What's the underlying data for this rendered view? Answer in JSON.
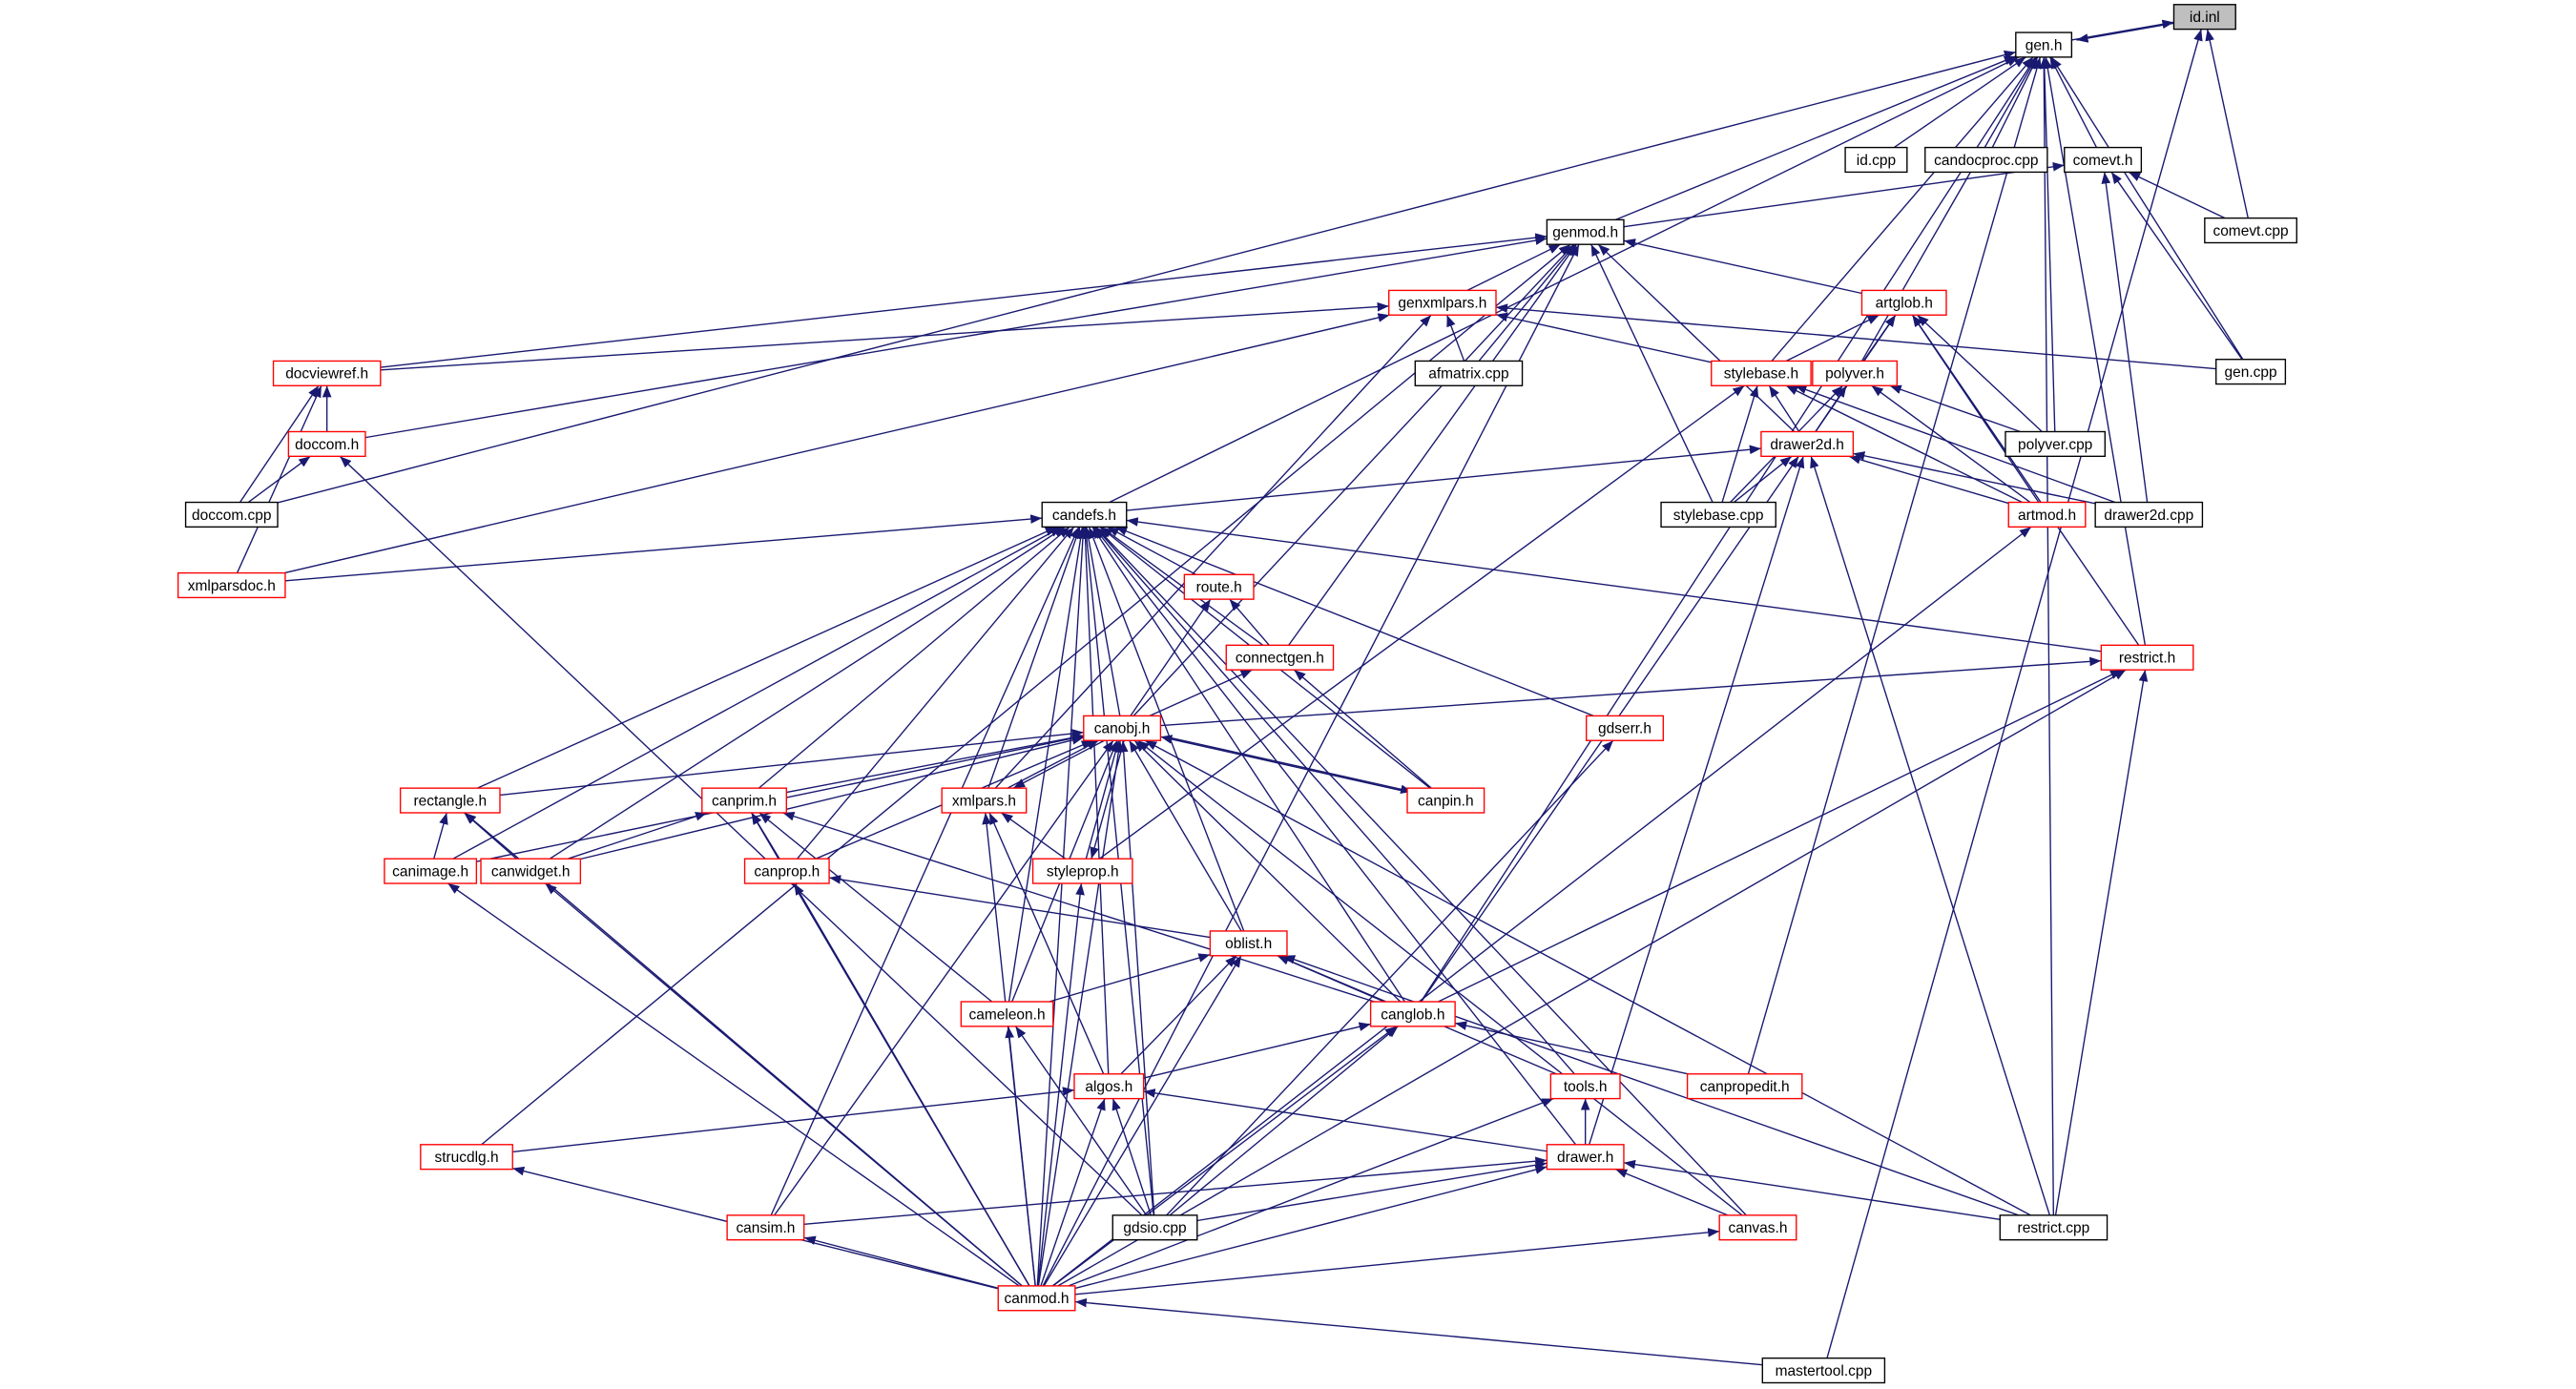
{
  "title": "Include dependency graph for id.inl",
  "colors": {
    "edge": "#191970",
    "red_border": "#ff0000",
    "root_fill": "#bfbfbf"
  },
  "nodes": [
    {
      "id": "id_inl",
      "label": "id.inl",
      "style": "root"
    },
    {
      "id": "gen_h",
      "label": "gen.h",
      "style": "black"
    },
    {
      "id": "id_cpp",
      "label": "id.cpp",
      "style": "black"
    },
    {
      "id": "candocproc_cpp",
      "label": "candocproc.cpp",
      "style": "black"
    },
    {
      "id": "comevt_h",
      "label": "comevt.h",
      "style": "black"
    },
    {
      "id": "comevt_cpp",
      "label": "comevt.cpp",
      "style": "black"
    },
    {
      "id": "genmod_h",
      "label": "genmod.h",
      "style": "black"
    },
    {
      "id": "artglob_h",
      "label": "artglob.h",
      "style": "red"
    },
    {
      "id": "genxmlpars_h",
      "label": "genxmlpars.h",
      "style": "red"
    },
    {
      "id": "gen_cpp",
      "label": "gen.cpp",
      "style": "black"
    },
    {
      "id": "docviewref_h",
      "label": "docviewref.h",
      "style": "red"
    },
    {
      "id": "afmatrix_cpp",
      "label": "afmatrix.cpp",
      "style": "black"
    },
    {
      "id": "stylebase_h",
      "label": "stylebase.h",
      "style": "red"
    },
    {
      "id": "polyver_h",
      "label": "polyver.h",
      "style": "red"
    },
    {
      "id": "polyver_cpp",
      "label": "polyver.cpp",
      "style": "black"
    },
    {
      "id": "drawer2d_h",
      "label": "drawer2d.h",
      "style": "red"
    },
    {
      "id": "doccom_h",
      "label": "doccom.h",
      "style": "red"
    },
    {
      "id": "doccom_cpp",
      "label": "doccom.cpp",
      "style": "black"
    },
    {
      "id": "stylebase_cpp",
      "label": "stylebase.cpp",
      "style": "black"
    },
    {
      "id": "artmod_h",
      "label": "artmod.h",
      "style": "red"
    },
    {
      "id": "drawer2d_cpp",
      "label": "drawer2d.cpp",
      "style": "black"
    },
    {
      "id": "candefs_h",
      "label": "candefs.h",
      "style": "black"
    },
    {
      "id": "route_h",
      "label": "route.h",
      "style": "red"
    },
    {
      "id": "xmlparsdoc_h",
      "label": "xmlparsdoc.h",
      "style": "red"
    },
    {
      "id": "connectgen_h",
      "label": "connectgen.h",
      "style": "red"
    },
    {
      "id": "restrict_h",
      "label": "restrict.h",
      "style": "red"
    },
    {
      "id": "canobj_h",
      "label": "canobj.h",
      "style": "red"
    },
    {
      "id": "gdserr_h",
      "label": "gdserr.h",
      "style": "red"
    },
    {
      "id": "rectangle_h",
      "label": "rectangle.h",
      "style": "red"
    },
    {
      "id": "canprim_h",
      "label": "canprim.h",
      "style": "red"
    },
    {
      "id": "xmlpars_h",
      "label": "xmlpars.h",
      "style": "red"
    },
    {
      "id": "canpin_h",
      "label": "canpin.h",
      "style": "red"
    },
    {
      "id": "canimage_h",
      "label": "canimage.h",
      "style": "red"
    },
    {
      "id": "canwidget_h",
      "label": "canwidget.h",
      "style": "red"
    },
    {
      "id": "canprop_h",
      "label": "canprop.h",
      "style": "red"
    },
    {
      "id": "styleprop_h",
      "label": "styleprop.h",
      "style": "red"
    },
    {
      "id": "oblist_h",
      "label": "oblist.h",
      "style": "red"
    },
    {
      "id": "cameleon_h",
      "label": "cameleon.h",
      "style": "red"
    },
    {
      "id": "canglob_h",
      "label": "canglob.h",
      "style": "red"
    },
    {
      "id": "canpropedit_h",
      "label": "canpropedit.h",
      "style": "red"
    },
    {
      "id": "algos_h",
      "label": "algos.h",
      "style": "red"
    },
    {
      "id": "tools_h",
      "label": "tools.h",
      "style": "red"
    },
    {
      "id": "strucdlg_h",
      "label": "strucdlg.h",
      "style": "red"
    },
    {
      "id": "drawer_h",
      "label": "drawer.h",
      "style": "red"
    },
    {
      "id": "cansim_h",
      "label": "cansim.h",
      "style": "red"
    },
    {
      "id": "gdsio_cpp",
      "label": "gdsio.cpp",
      "style": "black"
    },
    {
      "id": "canvas_h",
      "label": "canvas.h",
      "style": "red"
    },
    {
      "id": "restrict_cpp",
      "label": "restrict.cpp",
      "style": "black"
    },
    {
      "id": "canmod_h",
      "label": "canmod.h",
      "style": "red"
    },
    {
      "id": "mastertool_cpp",
      "label": "mastertool.cpp",
      "style": "black"
    }
  ],
  "edges": [
    [
      "gen_h",
      "id_inl"
    ],
    [
      "id_inl",
      "gen_h"
    ],
    [
      "comevt_cpp",
      "id_inl"
    ],
    [
      "mastertool_cpp",
      "id_inl"
    ],
    [
      "id_cpp",
      "gen_h"
    ],
    [
      "candocproc_cpp",
      "gen_h"
    ],
    [
      "comevt_h",
      "gen_h"
    ],
    [
      "genmod_h",
      "gen_h"
    ],
    [
      "gen_cpp",
      "gen_h"
    ],
    [
      "stylebase_h",
      "gen_h"
    ],
    [
      "polyver_h",
      "gen_h"
    ],
    [
      "polyver_cpp",
      "gen_h"
    ],
    [
      "doccom_cpp",
      "gen_h"
    ],
    [
      "candefs_h",
      "gen_h"
    ],
    [
      "restrict_h",
      "gen_h"
    ],
    [
      "canpropedit_h",
      "gen_h"
    ],
    [
      "restrict_cpp",
      "gen_h"
    ],
    [
      "canglob_h",
      "gen_h"
    ],
    [
      "genmod_h",
      "comevt_h"
    ],
    [
      "comevt_cpp",
      "comevt_h"
    ],
    [
      "gen_cpp",
      "comevt_h"
    ],
    [
      "drawer2d_cpp",
      "comevt_h"
    ],
    [
      "genxmlpars_h",
      "genmod_h"
    ],
    [
      "artglob_h",
      "genmod_h"
    ],
    [
      "afmatrix_cpp",
      "genmod_h"
    ],
    [
      "docviewref_h",
      "genmod_h"
    ],
    [
      "doccom_h",
      "genmod_h"
    ],
    [
      "stylebase_cpp",
      "genmod_h"
    ],
    [
      "drawer2d_h",
      "genmod_h"
    ],
    [
      "canobj_h",
      "genmod_h"
    ],
    [
      "strucdlg_h",
      "genmod_h"
    ],
    [
      "canmod_h",
      "genmod_h"
    ],
    [
      "connectgen_h",
      "genmod_h"
    ],
    [
      "stylebase_h",
      "artglob_h"
    ],
    [
      "polyver_h",
      "artglob_h"
    ],
    [
      "drawer2d_h",
      "artglob_h"
    ],
    [
      "polyver_cpp",
      "artglob_h"
    ],
    [
      "artmod_h",
      "artglob_h"
    ],
    [
      "restrict_h",
      "artglob_h"
    ],
    [
      "afmatrix_cpp",
      "genxmlpars_h"
    ],
    [
      "stylebase_h",
      "genxmlpars_h"
    ],
    [
      "gen_cpp",
      "genxmlpars_h"
    ],
    [
      "docviewref_h",
      "genxmlpars_h"
    ],
    [
      "xmlparsdoc_h",
      "genxmlpars_h"
    ],
    [
      "xmlpars_h",
      "genxmlpars_h"
    ],
    [
      "doccom_h",
      "docviewref_h"
    ],
    [
      "doccom_cpp",
      "docviewref_h"
    ],
    [
      "xmlparsdoc_h",
      "docviewref_h"
    ],
    [
      "doccom_cpp",
      "doccom_h"
    ],
    [
      "gdsio_cpp",
      "doccom_h"
    ],
    [
      "drawer2d_h",
      "stylebase_h"
    ],
    [
      "stylebase_cpp",
      "stylebase_h"
    ],
    [
      "artmod_h",
      "stylebase_h"
    ],
    [
      "drawer2d_cpp",
      "stylebase_h"
    ],
    [
      "styleprop_h",
      "stylebase_h"
    ],
    [
      "drawer2d_h",
      "polyver_h"
    ],
    [
      "polyver_cpp",
      "polyver_h"
    ],
    [
      "stylebase_cpp",
      "polyver_h"
    ],
    [
      "artmod_h",
      "polyver_h"
    ],
    [
      "stylebase_cpp",
      "drawer2d_h"
    ],
    [
      "artmod_h",
      "drawer2d_h"
    ],
    [
      "drawer2d_cpp",
      "drawer2d_h"
    ],
    [
      "candefs_h",
      "drawer2d_h"
    ],
    [
      "canglob_h",
      "drawer2d_h"
    ],
    [
      "drawer_h",
      "drawer2d_h"
    ],
    [
      "restrict_cpp",
      "drawer2d_h"
    ],
    [
      "canmod_h",
      "artmod_h"
    ],
    [
      "xmlparsdoc_h",
      "candefs_h"
    ],
    [
      "route_h",
      "candefs_h"
    ],
    [
      "connectgen_h",
      "candefs_h"
    ],
    [
      "restrict_h",
      "candefs_h"
    ],
    [
      "canobj_h",
      "candefs_h"
    ],
    [
      "rectangle_h",
      "candefs_h"
    ],
    [
      "canprim_h",
      "candefs_h"
    ],
    [
      "xmlpars_h",
      "candefs_h"
    ],
    [
      "canpin_h",
      "candefs_h"
    ],
    [
      "canimage_h",
      "candefs_h"
    ],
    [
      "canwidget_h",
      "candefs_h"
    ],
    [
      "canprop_h",
      "candefs_h"
    ],
    [
      "oblist_h",
      "candefs_h"
    ],
    [
      "gdserr_h",
      "candefs_h"
    ],
    [
      "cameleon_h",
      "candefs_h"
    ],
    [
      "canglob_h",
      "candefs_h"
    ],
    [
      "tools_h",
      "candefs_h"
    ],
    [
      "drawer_h",
      "candefs_h"
    ],
    [
      "canvas_h",
      "candefs_h"
    ],
    [
      "gdsio_cpp",
      "candefs_h"
    ],
    [
      "cansim_h",
      "candefs_h"
    ],
    [
      "canmod_h",
      "candefs_h"
    ],
    [
      "algos_h",
      "candefs_h"
    ],
    [
      "connectgen_h",
      "route_h"
    ],
    [
      "canobj_h",
      "route_h"
    ],
    [
      "canobj_h",
      "connectgen_h"
    ],
    [
      "canpin_h",
      "connectgen_h"
    ],
    [
      "canobj_h",
      "restrict_h"
    ],
    [
      "canglob_h",
      "restrict_h"
    ],
    [
      "restrict_cpp",
      "restrict_h"
    ],
    [
      "canmod_h",
      "restrict_h"
    ],
    [
      "rectangle_h",
      "canobj_h"
    ],
    [
      "canprim_h",
      "canobj_h"
    ],
    [
      "xmlpars_h",
      "canobj_h"
    ],
    [
      "canobj_h",
      "xmlpars_h"
    ],
    [
      "canpin_h",
      "canobj_h"
    ],
    [
      "canobj_h",
      "canpin_h"
    ],
    [
      "canimage_h",
      "canobj_h"
    ],
    [
      "canwidget_h",
      "canobj_h"
    ],
    [
      "canprop_h",
      "canobj_h"
    ],
    [
      "styleprop_h",
      "canobj_h"
    ],
    [
      "canobj_h",
      "styleprop_h"
    ],
    [
      "oblist_h",
      "canobj_h"
    ],
    [
      "cameleon_h",
      "canobj_h"
    ],
    [
      "canglob_h",
      "canobj_h"
    ],
    [
      "gdsio_cpp",
      "canobj_h"
    ],
    [
      "canmod_h",
      "canobj_h"
    ],
    [
      "cansim_h",
      "canobj_h"
    ],
    [
      "canvas_h",
      "canobj_h"
    ],
    [
      "restrict_cpp",
      "canobj_h"
    ],
    [
      "styleprop_h",
      "xmlpars_h"
    ],
    [
      "algos_h",
      "xmlpars_h"
    ],
    [
      "canmod_h",
      "xmlpars_h"
    ],
    [
      "canimage_h",
      "rectangle_h"
    ],
    [
      "canwidget_h",
      "rectangle_h"
    ],
    [
      "canmod_h",
      "rectangle_h"
    ],
    [
      "canwidget_h",
      "canprim_h"
    ],
    [
      "canprop_h",
      "canprim_h"
    ],
    [
      "cameleon_h",
      "canprim_h"
    ],
    [
      "canglob_h",
      "canprim_h"
    ],
    [
      "canmod_h",
      "canprim_h"
    ],
    [
      "canmod_h",
      "canimage_h"
    ],
    [
      "canmod_h",
      "canwidget_h"
    ],
    [
      "canmod_h",
      "canprop_h"
    ],
    [
      "oblist_h",
      "canprop_h"
    ],
    [
      "canmod_h",
      "styleprop_h"
    ],
    [
      "cameleon_h",
      "oblist_h"
    ],
    [
      "canglob_h",
      "oblist_h"
    ],
    [
      "algos_h",
      "oblist_h"
    ],
    [
      "tools_h",
      "oblist_h"
    ],
    [
      "restrict_cpp",
      "oblist_h"
    ],
    [
      "canmod_h",
      "oblist_h"
    ],
    [
      "canmod_h",
      "cameleon_h"
    ],
    [
      "gdsio_cpp",
      "cameleon_h"
    ],
    [
      "algos_h",
      "canglob_h"
    ],
    [
      "canpropedit_h",
      "canglob_h"
    ],
    [
      "gdsio_cpp",
      "canglob_h"
    ],
    [
      "canmod_h",
      "canglob_h"
    ],
    [
      "gdsio_cpp",
      "gdserr_h"
    ],
    [
      "strucdlg_h",
      "algos_h"
    ],
    [
      "drawer_h",
      "algos_h"
    ],
    [
      "gdsio_cpp",
      "algos_h"
    ],
    [
      "canmod_h",
      "algos_h"
    ],
    [
      "drawer_h",
      "tools_h"
    ],
    [
      "canmod_h",
      "tools_h"
    ],
    [
      "cansim_h",
      "drawer_h"
    ],
    [
      "gdsio_cpp",
      "drawer_h"
    ],
    [
      "canvas_h",
      "drawer_h"
    ],
    [
      "restrict_cpp",
      "drawer_h"
    ],
    [
      "canmod_h",
      "drawer_h"
    ],
    [
      "canmod_h",
      "canvas_h"
    ],
    [
      "canmod_h",
      "cansim_h"
    ],
    [
      "canmod_h",
      "strucdlg_h"
    ],
    [
      "mastertool_cpp",
      "canmod_h"
    ]
  ]
}
